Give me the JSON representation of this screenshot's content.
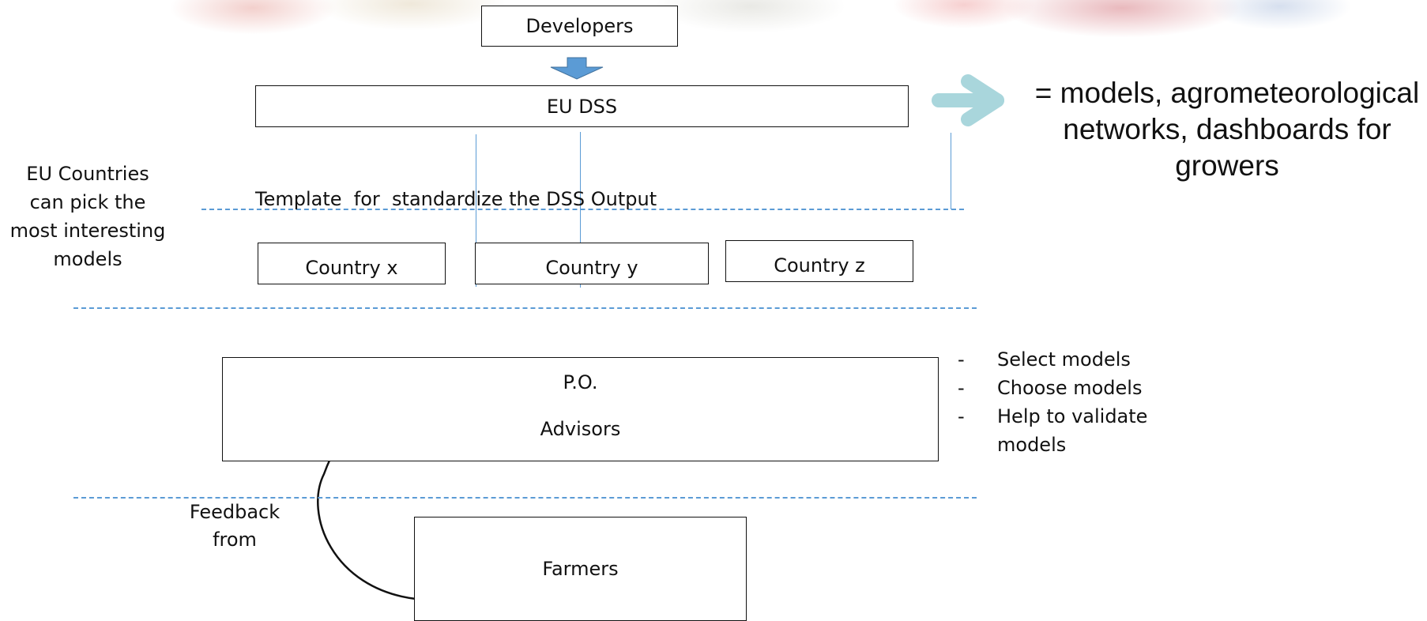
{
  "nodes": {
    "developers": "Developers",
    "eu_dss": "EU DSS",
    "country_x": "Country x",
    "country_y": "Country y",
    "country_z": "Country z",
    "po_line1": "P.O.",
    "po_line2": "Advisors",
    "farmers": "Farmers"
  },
  "labels": {
    "template": "Template  for  standardize the DSS Output",
    "eu_countries": [
      "EU Countries",
      "can pick the",
      "most interesting",
      "models"
    ],
    "feedback": [
      "Feedback",
      "from"
    ],
    "dss_definition": [
      "= models, agrometeorological",
      "networks, dashboards for",
      "growers"
    ]
  },
  "po_roles": [
    "Select models",
    "Choose models",
    "Help to validate models"
  ],
  "colors": {
    "dashed_line": "#5b9bd5",
    "down_arrow": "#5b9bd5",
    "right_arrow": "#a9d6dc"
  }
}
